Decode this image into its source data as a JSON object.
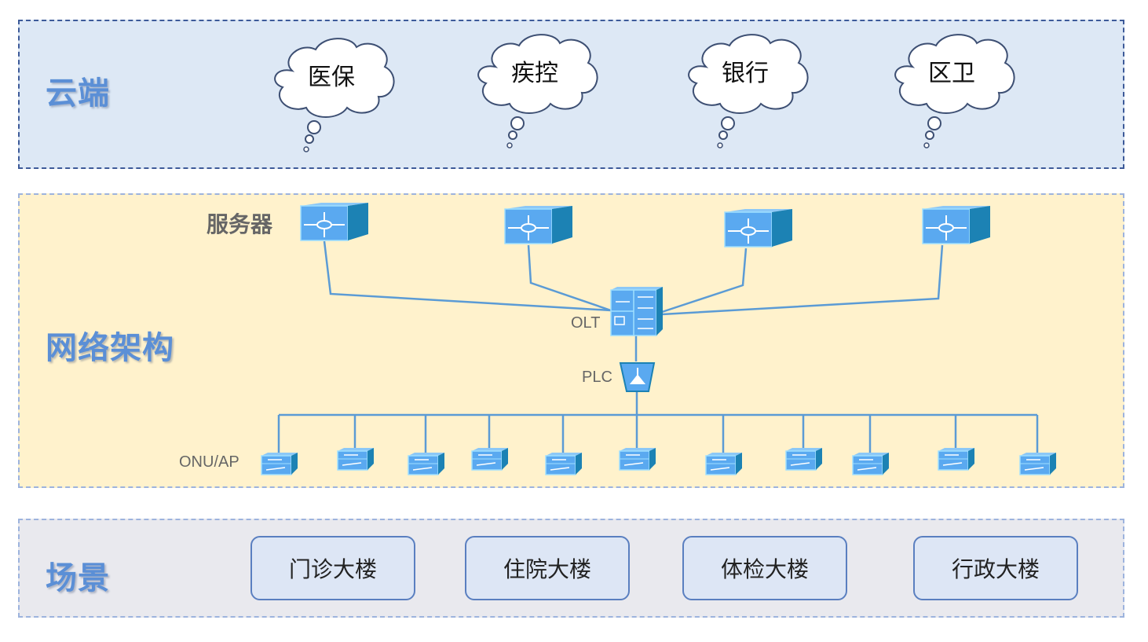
{
  "sections": {
    "cloud": "云端",
    "network": "网络架构",
    "scene": "场景"
  },
  "clouds": [
    {
      "label": "医保"
    },
    {
      "label": "疾控"
    },
    {
      "label": "银行"
    },
    {
      "label": "区卫"
    }
  ],
  "network": {
    "server_label": "服务器",
    "olt_label": "OLT",
    "plc_label": "PLC",
    "onu_label": "ONU/AP",
    "server_count": 4,
    "onu_count": 11,
    "line_color": "#5b9bd5",
    "device_color": "#5aa9f0"
  },
  "scenes": [
    {
      "label": "门诊大楼"
    },
    {
      "label": "住院大楼"
    },
    {
      "label": "体检大楼"
    },
    {
      "label": "行政大楼"
    }
  ]
}
